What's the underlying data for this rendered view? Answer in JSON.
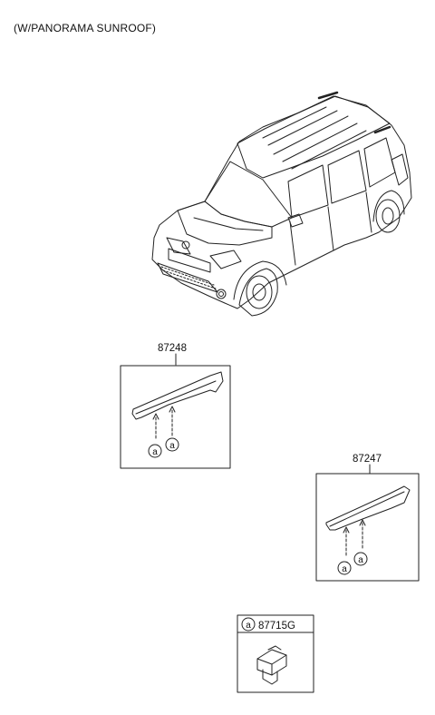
{
  "caption": "(W/PANORAMA SUNROOF)",
  "parts": [
    {
      "number": "87248",
      "callouts": [
        "a",
        "a"
      ]
    },
    {
      "number": "87247",
      "callouts": [
        "a",
        "a"
      ]
    }
  ],
  "legend": {
    "symbol": "a",
    "code": "87715G"
  }
}
